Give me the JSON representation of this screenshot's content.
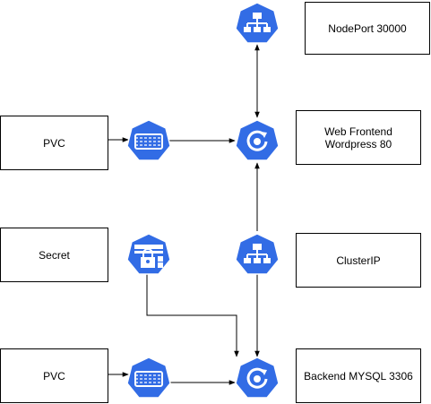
{
  "colors": {
    "k8s_blue": "#326CE5",
    "icon_fg": "#FFFFFF",
    "connector": "#000000",
    "box_border": "#000000",
    "background": "#FFFFFF"
  },
  "boxes": {
    "nodeport": "NodePort 30000",
    "web_frontend": "Web Frontend Wordpress 80",
    "clusterip": "ClusterIP",
    "backend": "Backend MYSQL 3306",
    "pvc_top": "PVC",
    "secret": "Secret",
    "pvc_bottom": "PVC"
  },
  "icons": {
    "nodeport_service": "k8s-service-icon",
    "frontend_pod": "k8s-pod-icon",
    "pvc_volume_top": "k8s-volume-icon",
    "secret": "k8s-secret-icon",
    "clusterip_service": "k8s-service-icon",
    "pvc_volume_bottom": "k8s-volume-icon",
    "backend_pod": "k8s-pod-icon"
  }
}
